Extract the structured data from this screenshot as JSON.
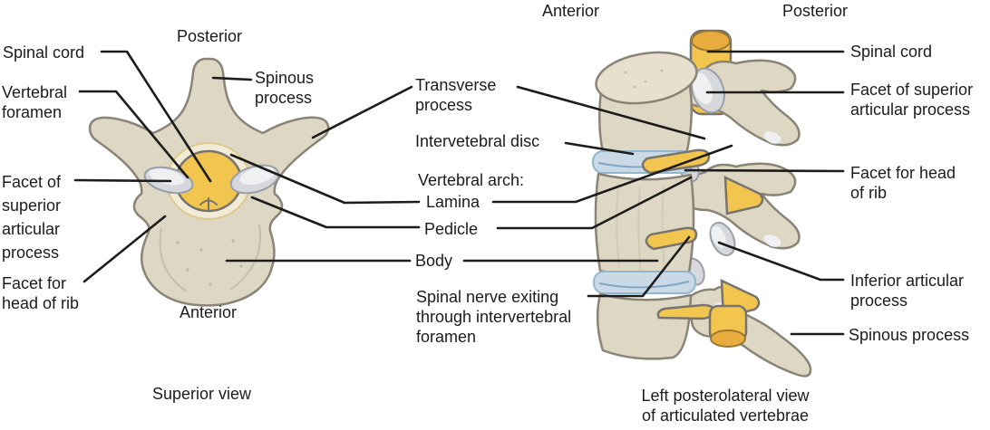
{
  "colors": {
    "background": "#ffffff",
    "text": "#1c1c1c",
    "leader_line": "#1c1c1c",
    "bone_fill": "#ded7c4",
    "bone_outline": "#8a8477",
    "facet_gray": "#d6d8dc",
    "spinal_cord_yellow": "#f2c54f",
    "intervertebral_disc_blue": "#c9dae6",
    "vertebral_foramen_ring": "#f1ebd8"
  },
  "left_panel": {
    "orientation_top": "Posterior",
    "orientation_bottom": "Anterior",
    "caption": "Superior view",
    "labels": {
      "spinal_cord": "Spinal cord",
      "vertebral_foramen": "Vertebral\nforamen",
      "spinous_process": "Spinous\nprocess",
      "facet_superior_articular": "Facet of\nsuperior\narticular\nprocess",
      "facet_head_of_rib": "Facet for\nhead of rib"
    }
  },
  "middle_labels": {
    "transverse_process": "Transverse\nprocess",
    "intervertebral_disc": "Intervetebral disc",
    "vertebral_arch": "Vertebral arch:",
    "lamina": "Lamina",
    "pedicle": "Pedicle",
    "body": "Body",
    "spinal_nerve": "Spinal nerve exiting\nthrough intervertebral\nforamen"
  },
  "right_panel": {
    "orientation_left": "Anterior",
    "orientation_right": "Posterior",
    "caption": "Left posterolateral view\nof articulated vertebrae",
    "labels": {
      "spinal_cord": "Spinal cord",
      "facet_superior_articular": "Facet of superior\narticular process",
      "facet_head_of_rib": "Facet for head\nof rib",
      "inferior_articular": "Inferior articular\nprocess",
      "spinous_process": "Spinous process"
    }
  }
}
